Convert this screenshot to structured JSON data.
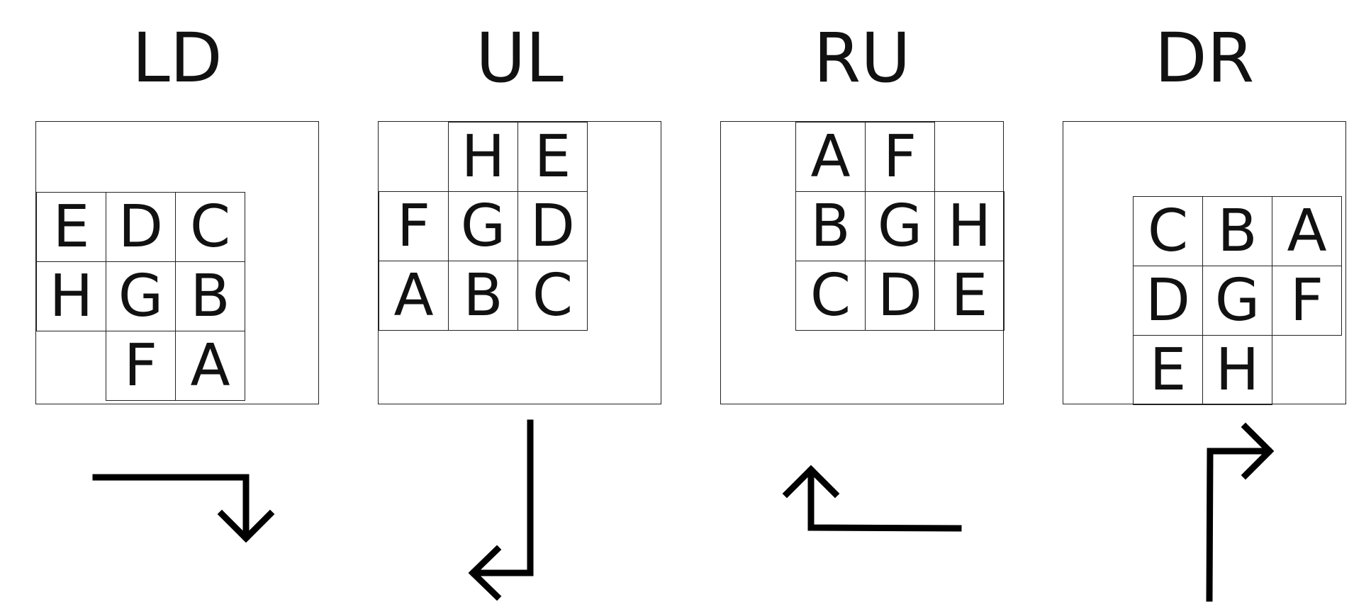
{
  "panels": [
    {
      "id": "ld",
      "title": "LD",
      "rows": [
        [
          "",
          "",
          ""
        ],
        [
          "E",
          "D",
          "C"
        ],
        [
          "H",
          "G",
          "B"
        ],
        [
          "",
          "F",
          "A"
        ]
      ]
    },
    {
      "id": "ul",
      "title": "UL",
      "rows": [
        [
          "",
          "H",
          "E"
        ],
        [
          "F",
          "G",
          "D"
        ],
        [
          "A",
          "B",
          "C"
        ]
      ]
    },
    {
      "id": "ru",
      "title": "RU",
      "rows": [
        [
          "A",
          "F",
          ""
        ],
        [
          "B",
          "G",
          "H"
        ],
        [
          "C",
          "D",
          "E"
        ]
      ]
    },
    {
      "id": "dr",
      "title": "DR",
      "rows": [
        [
          "",
          "",
          ""
        ],
        [
          "C",
          "B",
          "A"
        ],
        [
          "D",
          "G",
          "F"
        ],
        [
          "E",
          "H",
          ""
        ]
      ]
    }
  ],
  "arrow_icons": [
    "arrow-right-then-down-icon",
    "arrow-down-then-left-icon",
    "arrow-left-then-up-icon",
    "arrow-up-then-right-icon"
  ],
  "colors": {
    "stroke": "#000000",
    "text": "#111111",
    "background": "#ffffff"
  }
}
